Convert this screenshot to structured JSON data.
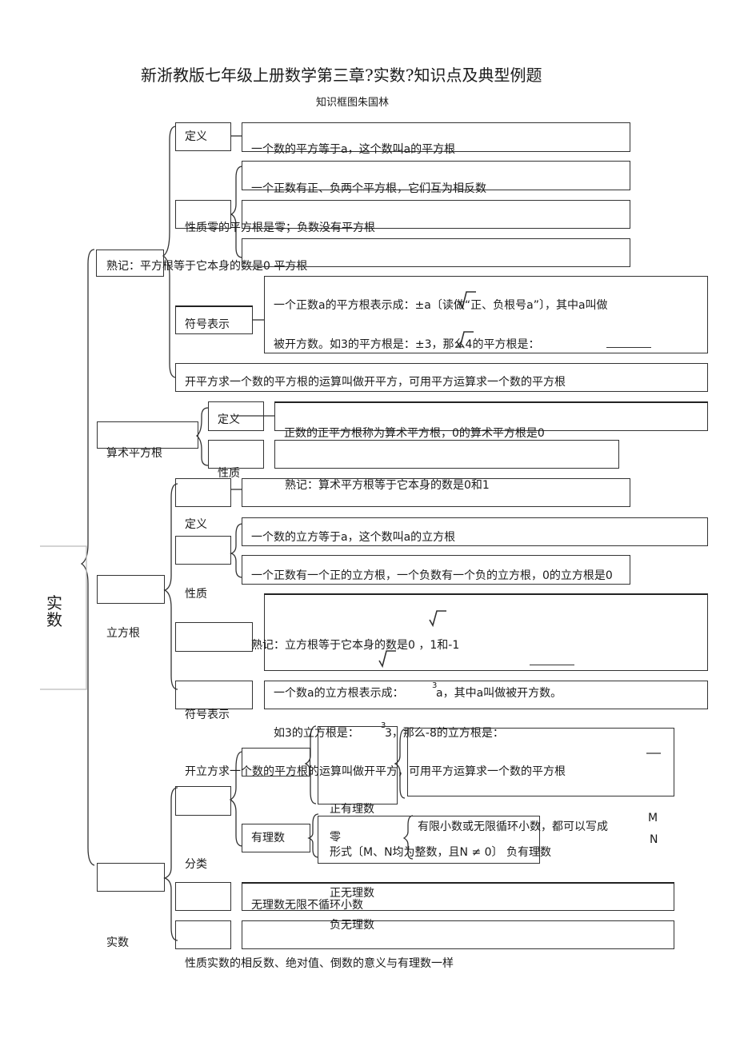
{
  "header": {
    "title": "新浙教版七年级上册数学第三章?实数?知识点及典型例题",
    "subtitle": "知识框图朱国林"
  },
  "root": {
    "label": "实\n数"
  },
  "square_root": {
    "label": "熟记：平方根等于它本身的数是0 平方根",
    "definition": {
      "label": "定义",
      "text": "一个数的平方等于a，这个数叫a的平方根"
    },
    "properties": {
      "label": "性质零的平方根是零；负数没有平方根",
      "p1": "一个正数有正、负两个平方根，它们互为相反数"
    },
    "symbol": {
      "label": "符号表示",
      "line1": "一个正数a的平方根表示成：±a〔读做“正、负根号a”〕，其中a叫做",
      "line2": "被开方数。如3的平方根是：±3，那么4的平方根是："
    },
    "extraction": "开平方求一个数的平方根的运算叫做开平方，可用平方运算求一个数的平方根"
  },
  "arith_root": {
    "label": "算术平方根",
    "definition": {
      "label": "定义",
      "text": "正数的正平方根称为算术平方根，0的算术平方根是0"
    },
    "properties": {
      "label": "性质"
    }
  },
  "cube_root": {
    "label": "立方根",
    "memo": "熟记：算术平方根等于它本身的数是0和1",
    "definition": {
      "label": "定义",
      "text": "一个数的立方等于a，这个数叫a的立方根"
    },
    "properties": {
      "label": "性质",
      "p1": "一个正数有一个正的立方根，一个负数有一个负的立方根，0的立方根是0",
      "memo": "熟记：立方根等于它本身的数是0 ，1和-1"
    },
    "symbol": {
      "label": "符号表示",
      "line1": "一个数a的立方根表示成：",
      "line1b": "a，其中a叫做被开方数。",
      "index": "3",
      "line2": "如3的立方根是：",
      "line2b": "3，那么-8的立方根是："
    },
    "extraction": "开立方求一个数的平方根的运算叫做开平方，可用平方运算求一个数的平方根"
  },
  "real": {
    "label": "实数",
    "classification": {
      "label": "分类",
      "rational": {
        "label": "有理数",
        "pos": "正有理数",
        "zero": "零",
        "neg_line": "形式〔M、N均为整数，且N ≠ 0〕 负有理数",
        "finite": "有限小数或无限循环小数，都可以写成",
        "m": "M",
        "n": "N"
      },
      "irrational": {
        "label": "无理数无限不循环小数",
        "pos": "正无理数",
        "neg": "负无理数"
      }
    },
    "properties": "性质实数的相反数、绝对值、倒数的意义与有理数一样"
  }
}
